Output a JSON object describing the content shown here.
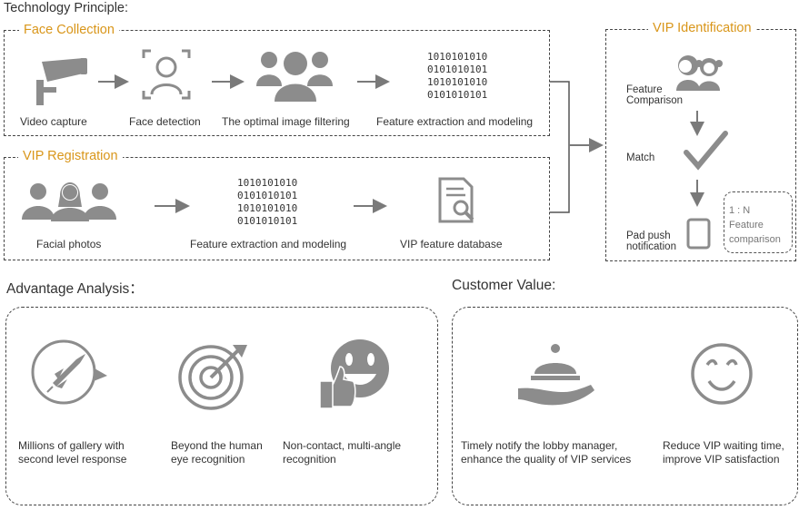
{
  "technology_principle": {
    "title": "Technology Principle:",
    "face_collection": {
      "heading": "Face Collection",
      "steps": [
        "Video capture",
        "Face detection",
        "The optimal image filtering",
        "Feature extraction and modeling"
      ],
      "binary": [
        "1010101010",
        "0101010101",
        "1010101010",
        "0101010101"
      ]
    },
    "vip_registration": {
      "heading": "VIP Registration",
      "steps": [
        "Facial photos",
        "Feature extraction and modeling",
        "VIP feature database"
      ],
      "binary": [
        "1010101010",
        "0101010101",
        "1010101010",
        "0101010101"
      ]
    },
    "vip_identification": {
      "heading": "VIP Identification",
      "feature_comparison_1": "Feature",
      "feature_comparison_2": "Comparison",
      "match": "Match",
      "pad_push_1": "Pad push",
      "pad_push_2": "notification",
      "ratio": "1 : N",
      "ratio_label_1": "Feature",
      "ratio_label_2": "comparison"
    }
  },
  "advantage_analysis": {
    "title": "Advantage Analysis：",
    "items": [
      {
        "icon": "rocket-icon",
        "line1": "Millions of gallery with",
        "line2": "second level response"
      },
      {
        "icon": "target-icon",
        "line1": "Beyond the human",
        "line2": "eye recognition"
      },
      {
        "icon": "smiley-thumbs-up-icon",
        "line1": "Non-contact, multi-angle",
        "line2": "recognition"
      }
    ]
  },
  "customer_value": {
    "title": "Customer Value:",
    "items": [
      {
        "icon": "service-hand-icon",
        "line1": "Timely notify the lobby manager,",
        "line2": "enhance the quality of VIP services"
      },
      {
        "icon": "smile-face-icon",
        "line1": "Reduce VIP waiting time,",
        "line2": "improve VIP satisfaction"
      }
    ]
  },
  "colors": {
    "accent": "#d9961a",
    "icon_gray": "#8c8c8c",
    "text": "#333333"
  }
}
